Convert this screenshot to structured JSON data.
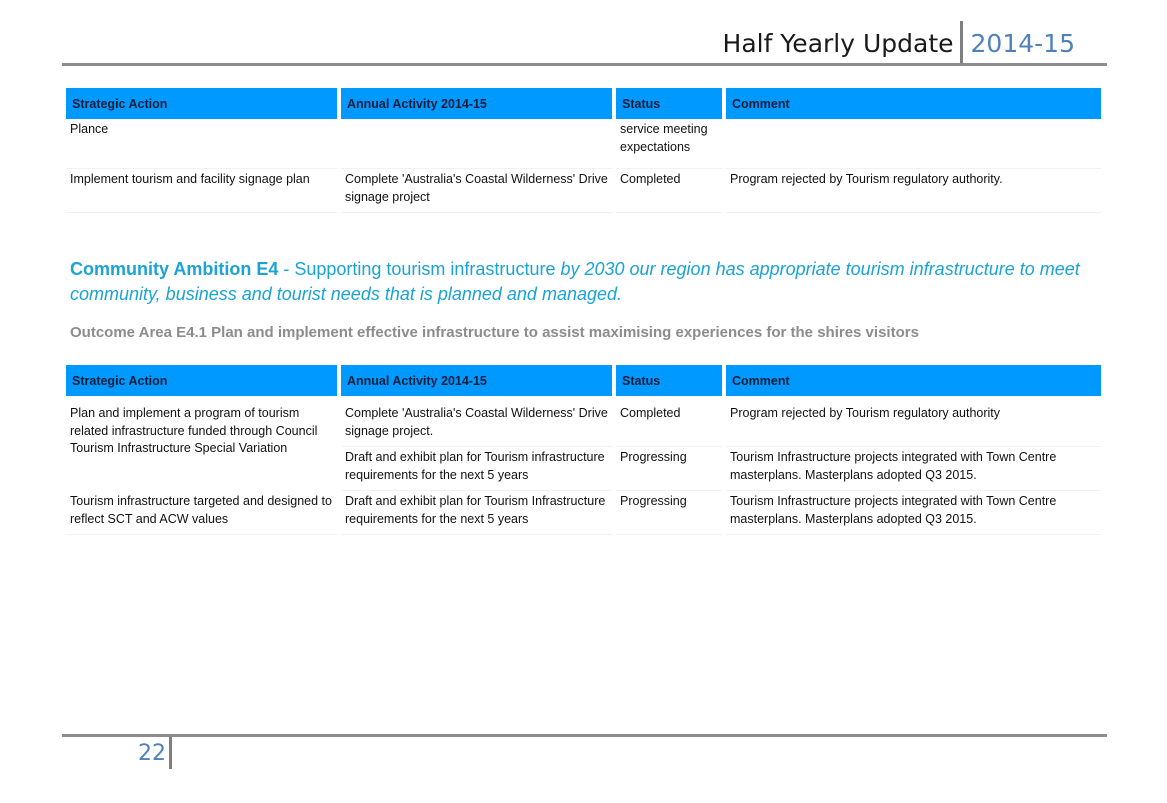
{
  "header": {
    "title": "Half Yearly Update",
    "year": "2014-15"
  },
  "columns": [
    "Strategic Action",
    "Annual Activity 2014-15",
    "Status",
    "Comment"
  ],
  "table1": {
    "rows": [
      {
        "action": "Plance",
        "activity": "",
        "status": "service meeting expectations",
        "comment": ""
      },
      {
        "action": "Implement tourism and facility signage plan",
        "activity": "Complete 'Australia's Coastal Wilderness' Drive signage project",
        "status": "Completed",
        "comment": "Program rejected by Tourism regulatory authority."
      }
    ]
  },
  "ambition": {
    "label": "Community Ambition E4",
    "sep": " - ",
    "title": "Supporting tourism infrastructure ",
    "vision": "by 2030 our region has appropriate tourism infrastructure to meet community, business and tourist needs that is planned and managed."
  },
  "outcome": "Outcome Area E4.1 Plan and implement effective infrastructure to assist maximising experiences for the shires visitors",
  "table2": {
    "rows": [
      {
        "action": "Plan and implement a program of tourism related infrastructure funded through Council Tourism Infrastructure Special Variation",
        "activity": "Complete 'Australia's Coastal Wilderness' Drive signage project.",
        "status": "Completed",
        "comment": "Program rejected by Tourism regulatory authority"
      },
      {
        "action": "",
        "activity": "Draft and exhibit plan for Tourism infrastructure requirements for the next 5 years",
        "status": "Progressing",
        "comment": "Tourism Infrastructure projects integrated with Town Centre masterplans. Masterplans adopted Q3 2015."
      },
      {
        "action": "Tourism infrastructure targeted and designed to reflect SCT and ACW values",
        "activity": "Draft and exhibit plan for Tourism Infrastructure requirements for the next 5 years",
        "status": "Progressing",
        "comment": "Tourism Infrastructure projects integrated with Town Centre masterplans. Masterplans adopted Q3 2015."
      }
    ]
  },
  "footer": {
    "page_number": "22"
  }
}
